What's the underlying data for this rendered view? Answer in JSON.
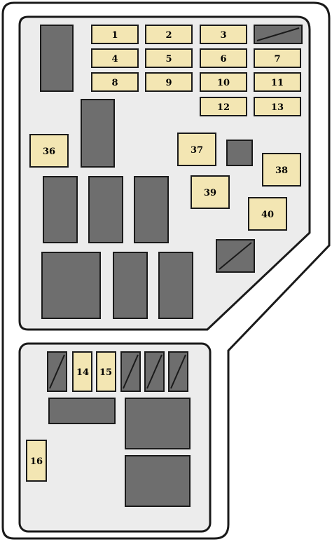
{
  "colors": {
    "outline": "#1a1a1a",
    "panel_fill": "#ececec",
    "fuse_fill": "#f3e6b3",
    "relay_fill": "#6e6e6e",
    "background": "#ffffff"
  },
  "fuses": [
    {
      "id": "1",
      "label": "1"
    },
    {
      "id": "2",
      "label": "2"
    },
    {
      "id": "3",
      "label": "3"
    },
    {
      "id": "4",
      "label": "4"
    },
    {
      "id": "5",
      "label": "5"
    },
    {
      "id": "6",
      "label": "6"
    },
    {
      "id": "7",
      "label": "7"
    },
    {
      "id": "8",
      "label": "8"
    },
    {
      "id": "9",
      "label": "9"
    },
    {
      "id": "10",
      "label": "10"
    },
    {
      "id": "11",
      "label": "11"
    },
    {
      "id": "12",
      "label": "12"
    },
    {
      "id": "13",
      "label": "13"
    },
    {
      "id": "14",
      "label": "14"
    },
    {
      "id": "15",
      "label": "15"
    },
    {
      "id": "16",
      "label": "16"
    },
    {
      "id": "36",
      "label": "36"
    },
    {
      "id": "37",
      "label": "37"
    },
    {
      "id": "38",
      "label": "38"
    },
    {
      "id": "39",
      "label": "39"
    },
    {
      "id": "40",
      "label": "40"
    }
  ],
  "icons": {
    "spare_slot": "spare-slot-icon"
  }
}
